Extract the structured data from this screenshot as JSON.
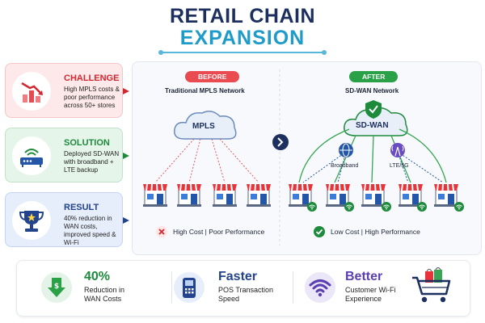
{
  "title": {
    "line1": "RETAIL CHAIN",
    "line2": "EXPANSION"
  },
  "cards": [
    {
      "heading": "CHALLENGE",
      "text": "High MPLS costs & poor performance across 50+ stores",
      "icon": "chart-down-icon",
      "color": "#d3272f"
    },
    {
      "heading": "SOLUTION",
      "text": "Deployed SD-WAN with broadband + LTE backup",
      "icon": "router-icon",
      "color": "#1e8a3c"
    },
    {
      "heading": "RESULT",
      "text": "40% reduction in WAN costs, improved speed & Wi-Fi",
      "icon": "trophy-icon",
      "color": "#23438c"
    }
  ],
  "before": {
    "badge": "BEFORE",
    "subtitle": "Traditional MPLS Network",
    "cloud": "MPLS",
    "footer": "High Cost | Poor Performance"
  },
  "after": {
    "badge": "AFTER",
    "subtitle": "SD-WAN Network",
    "cloud": "SD-WAN",
    "link1": "Broadband",
    "link2": "LTE/5G",
    "footer": "Low Cost | High Performance"
  },
  "stats": [
    {
      "head": "40%",
      "text": "Reduction in WAN Costs",
      "icon": "money-down-icon",
      "color": "#1e8a3c"
    },
    {
      "head": "Faster",
      "text": "POS Transaction Speed",
      "icon": "pos-terminal-icon",
      "color": "#23438c"
    },
    {
      "head": "Better",
      "text": "Customer Wi-Fi Experience",
      "icon": "wifi-icon",
      "color": "#5b3fb0"
    }
  ]
}
